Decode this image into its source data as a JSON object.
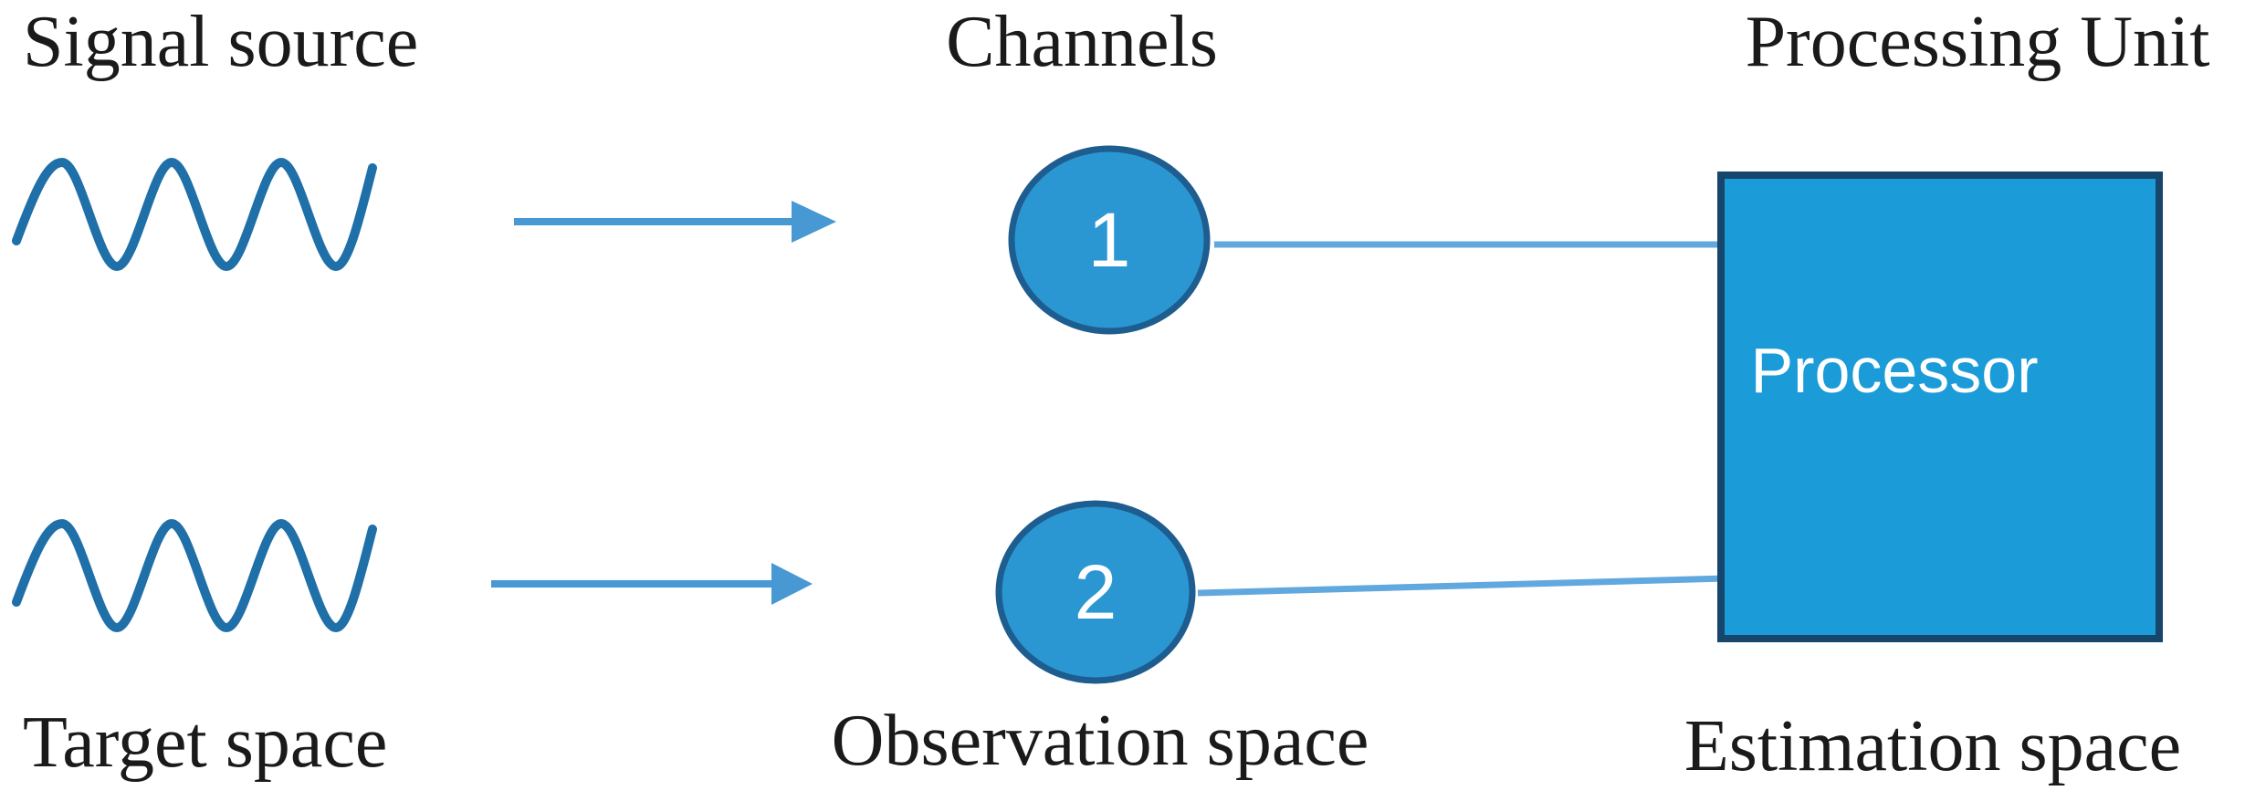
{
  "labels": {
    "signal_source": "Signal source",
    "channels": "Channels",
    "processing_unit": "Processing Unit",
    "target_space": "Target space",
    "observation_space": "Observation space",
    "estimation_space": "Estimation space"
  },
  "channel_nodes": [
    {
      "label": "1"
    },
    {
      "label": "2"
    }
  ],
  "processor": {
    "label": "Processor"
  },
  "colors": {
    "wave_stroke": "#1f6fa8",
    "arrow": "#4798d3",
    "connector": "#61a8df",
    "node_fill": "#2a97d3",
    "node_border": "#1d5d8f",
    "box_fill": "#1b9bd7",
    "box_border": "#16466b",
    "label_text": "#1a1a1a",
    "node_text": "#ffffff"
  }
}
